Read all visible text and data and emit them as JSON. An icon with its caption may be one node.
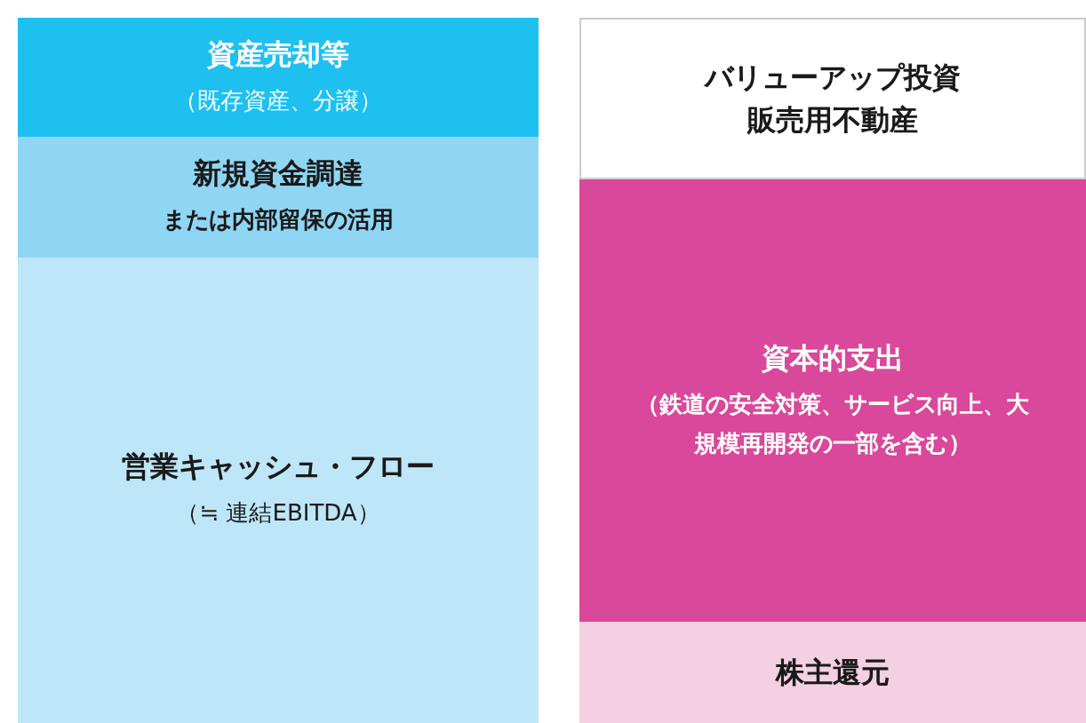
{
  "diagram": {
    "nodes": [
      {
        "text": [
          "資産売却等",
          "（既存資産、分譲）"
        ]
      },
      {
        "text": [
          "新規資金調達",
          "または内部留保の活用"
        ]
      },
      {
        "text": [
          "営業キャッシュ・フロー",
          "（≒ 連結EBITDA）"
        ]
      },
      {
        "text": [
          "バリューアップ投資",
          "販売用不動産"
        ]
      },
      {
        "text": [
          "資本的支出",
          "（鉄道の安全対策、サービス向上、大規模再開発の一部を含む）"
        ]
      },
      {
        "text": [
          "株主還元"
        ]
      }
    ]
  }
}
